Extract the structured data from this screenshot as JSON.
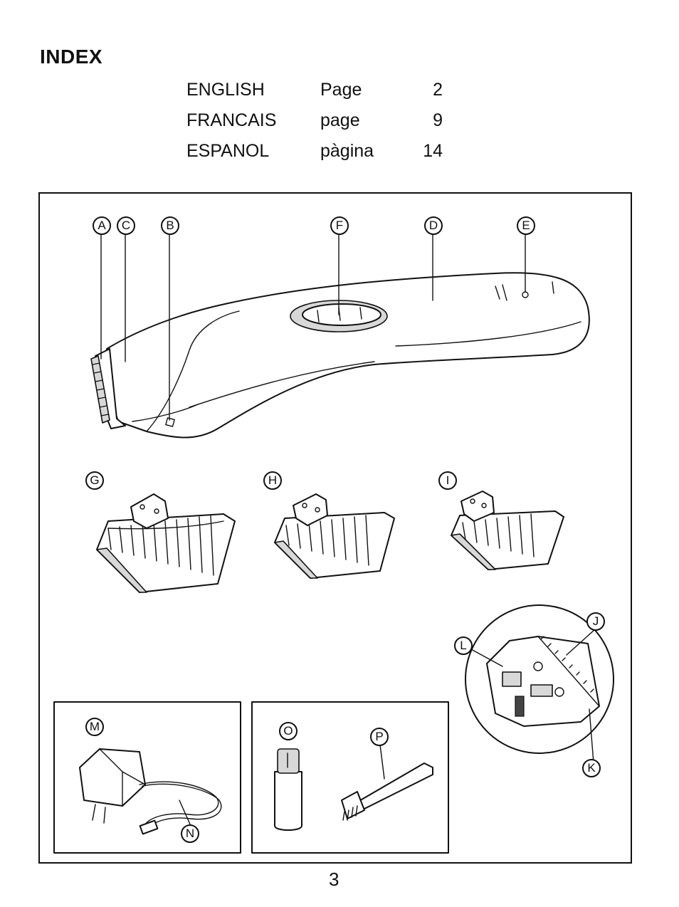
{
  "header": {
    "title": "INDEX"
  },
  "index": [
    {
      "language": "ENGLISH",
      "word": "Page",
      "page": "2"
    },
    {
      "language": "FRANCAIS",
      "word": "page",
      "page": "9"
    },
    {
      "language": "ESPANOL",
      "word": "pàgina",
      "page": "14"
    }
  ],
  "callouts": {
    "A": "A",
    "B": "B",
    "C": "C",
    "D": "D",
    "E": "E",
    "F": "F",
    "G": "G",
    "H": "H",
    "I": "I",
    "J": "J",
    "K": "K",
    "L": "L",
    "M": "M",
    "N": "N",
    "O": "O",
    "P": "P"
  },
  "footer": {
    "page_number": "3"
  }
}
